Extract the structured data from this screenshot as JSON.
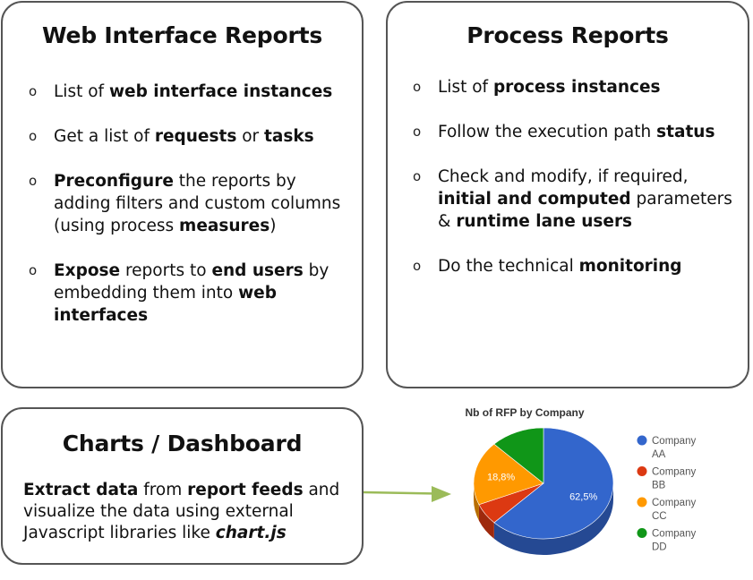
{
  "web_box": {
    "title": "Web Interface Reports",
    "items": [
      [
        {
          "t": "List of ",
          "b": false
        },
        {
          "t": "web interface instances",
          "b": true
        }
      ],
      [
        {
          "t": "Get a list of ",
          "b": false
        },
        {
          "t": "requests",
          "b": true
        },
        {
          "t": " or ",
          "b": false
        },
        {
          "t": "tasks",
          "b": true
        }
      ],
      [
        {
          "t": "Preconfigure",
          "b": true
        },
        {
          "t": " the reports by adding filters and custom columns (using process ",
          "b": false
        },
        {
          "t": "measures",
          "b": true
        },
        {
          "t": ")",
          "b": false
        }
      ],
      [
        {
          "t": "Expose",
          "b": true
        },
        {
          "t": " reports to ",
          "b": false
        },
        {
          "t": "end users",
          "b": true
        },
        {
          "t": " by embedding them into ",
          "b": false
        },
        {
          "t": "web interfaces",
          "b": true
        }
      ]
    ]
  },
  "process_box": {
    "title": "Process Reports",
    "items": [
      [
        {
          "t": "List of ",
          "b": false
        },
        {
          "t": "process instances",
          "b": true
        }
      ],
      [
        {
          "t": "Follow the execution path ",
          "b": false
        },
        {
          "t": "status",
          "b": true
        }
      ],
      [
        {
          "t": "Check and modify, if required, ",
          "b": false
        },
        {
          "t": "initial and computed",
          "b": true
        },
        {
          "t": " parameters & ",
          "b": false
        },
        {
          "t": "runtime lane users",
          "b": true
        }
      ],
      [
        {
          "t": "Do the technical ",
          "b": false
        },
        {
          "t": "monitoring",
          "b": true
        }
      ]
    ]
  },
  "charts_box": {
    "title": "Charts / Dashboard",
    "text": [
      {
        "t": "Extract data",
        "b": true,
        "i": false
      },
      {
        "t": " from ",
        "b": false,
        "i": false
      },
      {
        "t": "report feeds",
        "b": true,
        "i": false
      },
      {
        "t": " and visualize the data using external Javascript libraries like ",
        "b": false,
        "i": false
      },
      {
        "t": "chart.js",
        "b": true,
        "i": true
      }
    ]
  },
  "bullet_glyph": "o",
  "colors": {
    "border": "#555555",
    "arrow": "#9bbb59"
  },
  "chart_data": {
    "type": "pie",
    "title": "Nb of RFP by Company",
    "slices": [
      {
        "name": "Company AA",
        "value": 62.5,
        "label": "62,5%",
        "color": "#3366cc"
      },
      {
        "name": "Company BB",
        "value": 6.25,
        "label": "",
        "color": "#dc3912"
      },
      {
        "name": "Company CC",
        "value": 18.75,
        "label": "18,8%",
        "color": "#ff9900"
      },
      {
        "name": "Company DD",
        "value": 12.5,
        "label": "",
        "color": "#109618"
      }
    ],
    "legend": [
      {
        "line1": "Company",
        "line2": "AA"
      },
      {
        "line1": "Company",
        "line2": "BB"
      },
      {
        "line1": "Company",
        "line2": "CC"
      },
      {
        "line1": "Company",
        "line2": "DD"
      }
    ],
    "legend_position": "right",
    "style": "3d"
  }
}
